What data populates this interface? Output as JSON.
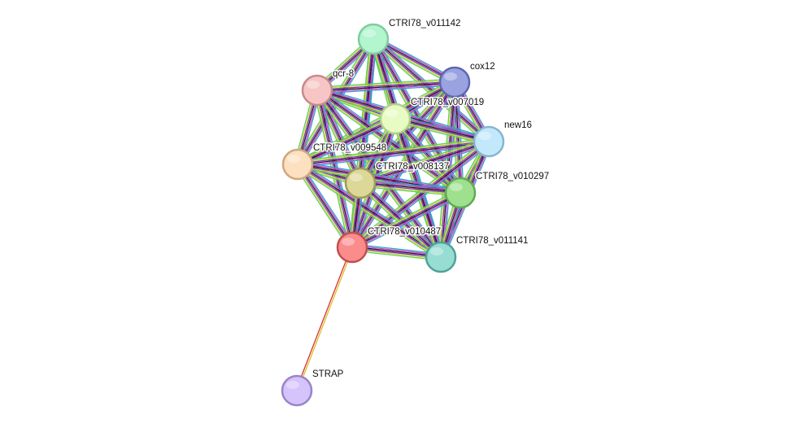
{
  "network": {
    "nodes": [
      {
        "id": "n1",
        "label": "CTRI78_v011142",
        "fill": "#b3f5cf",
        "stroke": "#7fcc9f"
      },
      {
        "id": "n2",
        "label": "cox12",
        "fill": "#9aa3e0",
        "stroke": "#5f66b3"
      },
      {
        "id": "n3",
        "label": "qcr-8",
        "fill": "#f7c5c5",
        "stroke": "#c88a8a"
      },
      {
        "id": "n4",
        "label": "CTRI78_v007019",
        "fill": "#e6fcc3",
        "stroke": "#b4cf8a"
      },
      {
        "id": "n5",
        "label": "new16",
        "fill": "#c4e8fb",
        "stroke": "#86b6d1"
      },
      {
        "id": "n6",
        "label": "CTRI78_v009548",
        "fill": "#fde0bf",
        "stroke": "#cfa77e"
      },
      {
        "id": "n7",
        "label": "CTRI78_v008137",
        "fill": "#dcd898",
        "stroke": "#9f9b5a"
      },
      {
        "id": "n8",
        "label": "CTRI78_v010297",
        "fill": "#9fe08f",
        "stroke": "#5faa53"
      },
      {
        "id": "n9",
        "label": "CTRI78_v010487",
        "fill": "#fb8c8c",
        "stroke": "#c24f4f"
      },
      {
        "id": "n10",
        "label": "CTRI78_v011141",
        "fill": "#97ddd3",
        "stroke": "#4ea397"
      },
      {
        "id": "n11",
        "label": "STRAP",
        "fill": "#d5c3fb",
        "stroke": "#9a84c9"
      }
    ],
    "cluster_edge_colors": [
      "#2ea4c7",
      "#d63fd6",
      "#222222",
      "#8a2fd0",
      "#c4e032",
      "#66cc66"
    ],
    "strap_edge_colors": [
      "#d8c020",
      "#d82f2f"
    ]
  }
}
